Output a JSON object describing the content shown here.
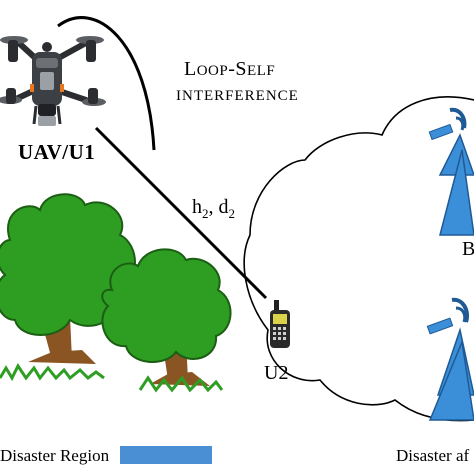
{
  "labels": {
    "uav": "UAV/U1",
    "loop_self_1a": "L",
    "loop_self_1b": "OOP",
    "loop_self_1c": "-S",
    "loop_self_1d": "ELF",
    "loop_self_2": "INTERFERENCE",
    "channel_h": "h",
    "channel_h_sub": "2",
    "channel_sep": ", d",
    "channel_d_sub": "2",
    "u2": "U2",
    "base_station_partial": "B",
    "disaster_region": "Disaster Region",
    "disaster_affected_partial": "Disaster af"
  },
  "colors": {
    "tree_green": "#2e9e22",
    "trunk_brown": "#8b5523",
    "bs_blue": "#3b8fd8",
    "legend_bar": "#4a8fd3",
    "drone_gray": "#3c3f44",
    "drone_orange": "#e87722"
  }
}
